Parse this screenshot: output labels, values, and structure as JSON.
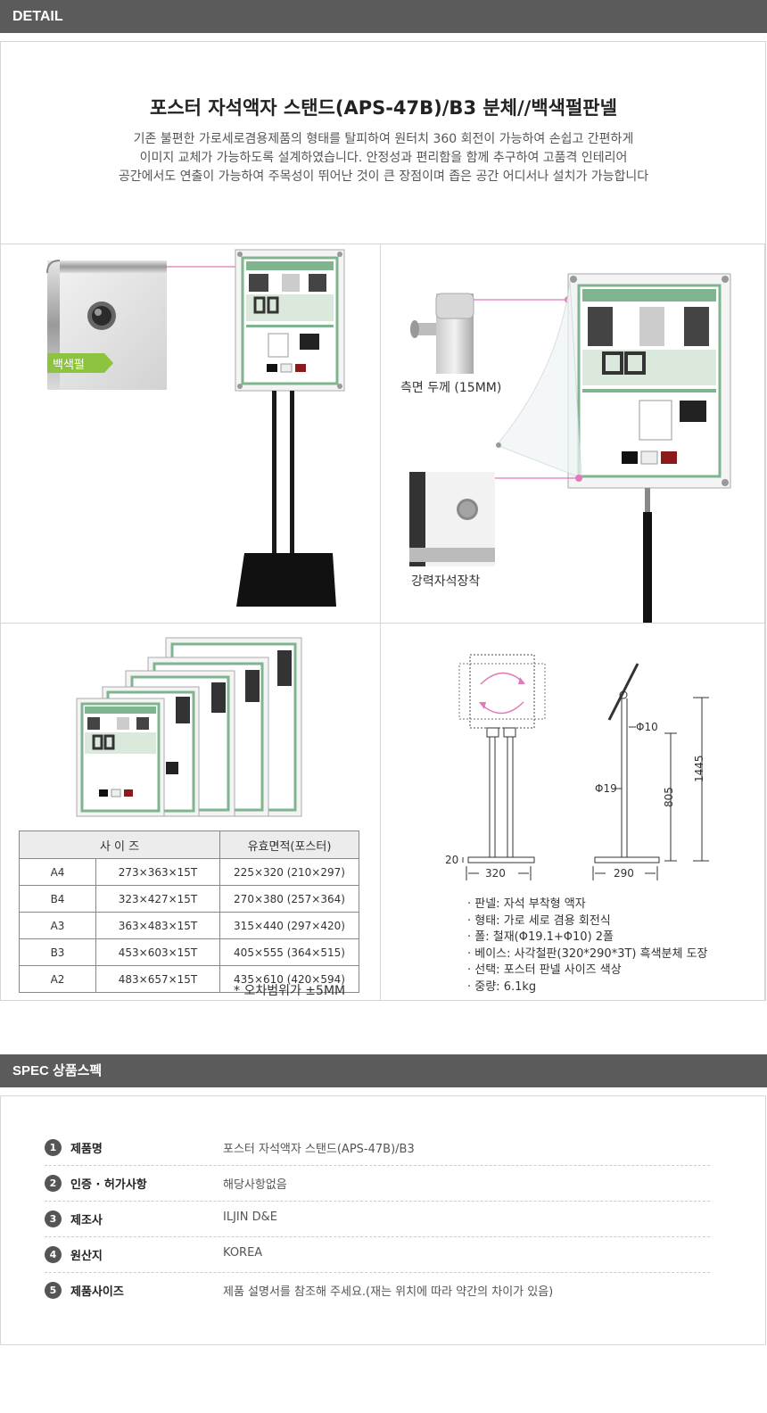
{
  "detail": {
    "header": "DETAIL",
    "title": "포스터 자석액자 스탠드(APS-47B)/B3  분체//백색펄판넬",
    "desc": [
      "기존 불편한 가로세로겸용제품의 형태를 탈피하여 원터치 360 회전이 가능하여 손쉽고 간편하게",
      "이미지 교체가 가능하도록 설계하였습니다. 안정성과 편리함을 함께 추구하여 고품격 인테리어",
      "공간에서도 연출이  가능하여  주목성이 뛰어난 것이 큰 장점이며  좁은 공간 어디서나 설치가 가능합니다"
    ]
  },
  "photos": {
    "pearl_tag": "백색펄",
    "side_thickness": "측면 두께 (15MM)",
    "magnet": "강력자석장착"
  },
  "size_table": {
    "headers": [
      "사 이 즈",
      "유효면적(포스터)"
    ],
    "rows": [
      {
        "name": "A4",
        "size": "273×363×15T",
        "area": "225×320 (210×297)"
      },
      {
        "name": "B4",
        "size": "323×427×15T",
        "area": "270×380 (257×364)"
      },
      {
        "name": "A3",
        "size": "363×483×15T",
        "area": "315×440 (297×420)"
      },
      {
        "name": "B3",
        "size": "453×603×15T",
        "area": "405×555 (364×515)"
      },
      {
        "name": "A2",
        "size": "483×657×15T",
        "area": "435×610 (420×594)"
      }
    ],
    "note": "* 오차범위가 ±5MM"
  },
  "drawing": {
    "d10": "Φ10",
    "d19": "Φ19",
    "h805": "805",
    "h1445": "1445",
    "w320": "320",
    "w290": "290",
    "base20": "20"
  },
  "specs": [
    "· 판넬: 자석 부착형 액자",
    "· 형태: 가로 세로 겸용 회전식",
    "· 폴: 철재(Φ19.1+Φ10) 2폴",
    "· 베이스: 사각철판(320*290*3T) 흑색분체 도장",
    "· 선택: 포스터 판넬 사이즈 색상",
    "· 중량: 6.1kg"
  ],
  "spec": {
    "header": "SPEC 상품스펙",
    "rows": [
      {
        "num": "1",
        "key": "제품명",
        "value": "포스터 자석액자 스탠드(APS-47B)/B3"
      },
      {
        "num": "2",
        "key": "인증 · 허가사항",
        "value": "해당사항없음"
      },
      {
        "num": "3",
        "key": "제조사",
        "value": "ILJIN D&E"
      },
      {
        "num": "4",
        "key": "원산지",
        "value": "KOREA"
      },
      {
        "num": "5",
        "key": "제품사이즈",
        "value": "제품 설명서를 참조해 주세요.(재는 위치에 따라 약간의 차이가 있음)"
      }
    ]
  },
  "colors": {
    "bar": "#5b5b5b",
    "accent_pink": "#e07ab8",
    "tag_green": "#8cc43f",
    "panel_green": "#7fb58e"
  }
}
